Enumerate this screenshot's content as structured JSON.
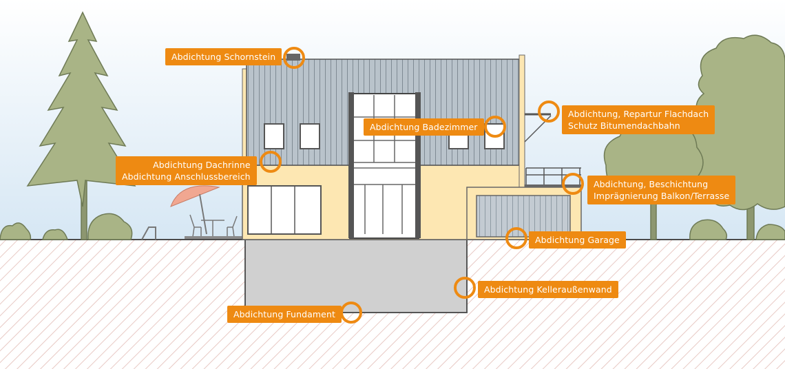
{
  "colors": {
    "accent": "#ee8a12",
    "sky_top": "#ffffff",
    "sky_bottom": "#d9e9f5",
    "house_wall": "#fde7b2",
    "roof": "#b9c4cc",
    "tree": "#a9b486",
    "ground_hatch": "#e7c6c1",
    "basement": "#cfcfcf"
  },
  "callouts": [
    {
      "id": "schornstein",
      "lines": [
        "Abdichtung Schornstein"
      ]
    },
    {
      "id": "badezimmer",
      "lines": [
        "Abdichtung Badezimmer"
      ]
    },
    {
      "id": "flachdach",
      "lines": [
        "Abdichtung, Repartur Flachdach",
        "Schutz Bitumendachbahn"
      ]
    },
    {
      "id": "dachrinne",
      "lines": [
        "Abdichtung Dachrinne",
        "Abdichtung Anschlussbereich"
      ]
    },
    {
      "id": "balkon",
      "lines": [
        "Abdichtung, Beschichtung",
        "Imprägnierung Balkon/Terrasse"
      ]
    },
    {
      "id": "garage",
      "lines": [
        "Abdichtung Garage"
      ]
    },
    {
      "id": "kellerwand",
      "lines": [
        "Abdichtung Kelleraußenwand"
      ]
    },
    {
      "id": "fundament",
      "lines": [
        "Abdichtung Fundament"
      ]
    }
  ]
}
